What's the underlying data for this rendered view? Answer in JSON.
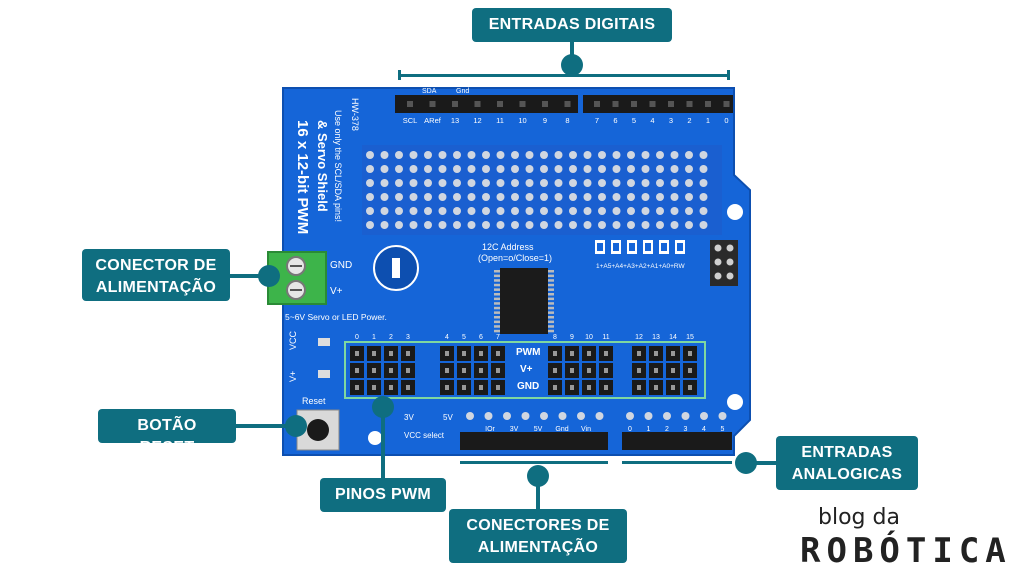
{
  "callouts": {
    "digital_inputs": "ENTRADAS DIGITAIS",
    "power_connector": "CONECTOR DE ALIMENTAÇÃO",
    "reset_button": "BOTÃO RESET",
    "pwm_pins": "PINOS PWM",
    "power_connectors": "CONECTORES DE ALIMENTAÇÃO",
    "analog_inputs": "ENTRADAS ANALOGICAS"
  },
  "board": {
    "title_line1": "16 x 12-bit PWM",
    "title_line2": "& Servo Shield",
    "title_line3": "Use only the SCL/SDA pins!",
    "model": "HW-378",
    "header_top_left": [
      "SCL",
      "ARef",
      "13",
      "12",
      "11",
      "10",
      "9",
      "8"
    ],
    "header_top_right": [
      "7",
      "6",
      "5",
      "4",
      "3",
      "2",
      "1",
      "0"
    ],
    "sda_label": "SDA",
    "gnd_label": "Gnd",
    "i2c_address": "12C Address",
    "i2c_open_close": "(Open=o/Close=1)",
    "address_pins": "1+A5+A4+A3+A2+A1+A0+RW",
    "gnd": "GND",
    "vplus": "V+",
    "servo_power": "5~6V Servo or LED Power.",
    "vcc": "VCC",
    "vplus_led": "V+",
    "reset": "Reset",
    "row_pwm": "PWM",
    "row_v": "V+",
    "row_gnd": "GND",
    "pwm_numbers": [
      "0",
      "1",
      "2",
      "3",
      "4",
      "5",
      "6",
      "7",
      "8",
      "9",
      "10",
      "11",
      "12",
      "13",
      "14",
      "15"
    ],
    "v3": "3V",
    "v5": "5V",
    "vcc_select": "VCC select",
    "power_header": [
      "IOr",
      "3V",
      "5V",
      "Gnd",
      "Vin"
    ],
    "analog_header": [
      "0",
      "1",
      "2",
      "3",
      "4",
      "5"
    ]
  },
  "brand": {
    "line1": "blog da",
    "line2": "ROBÓTICA"
  },
  "colors": {
    "callout": "#0f6e80",
    "board": "#1565d8",
    "header": "#1a1a1a",
    "terminal": "#3db44a"
  }
}
